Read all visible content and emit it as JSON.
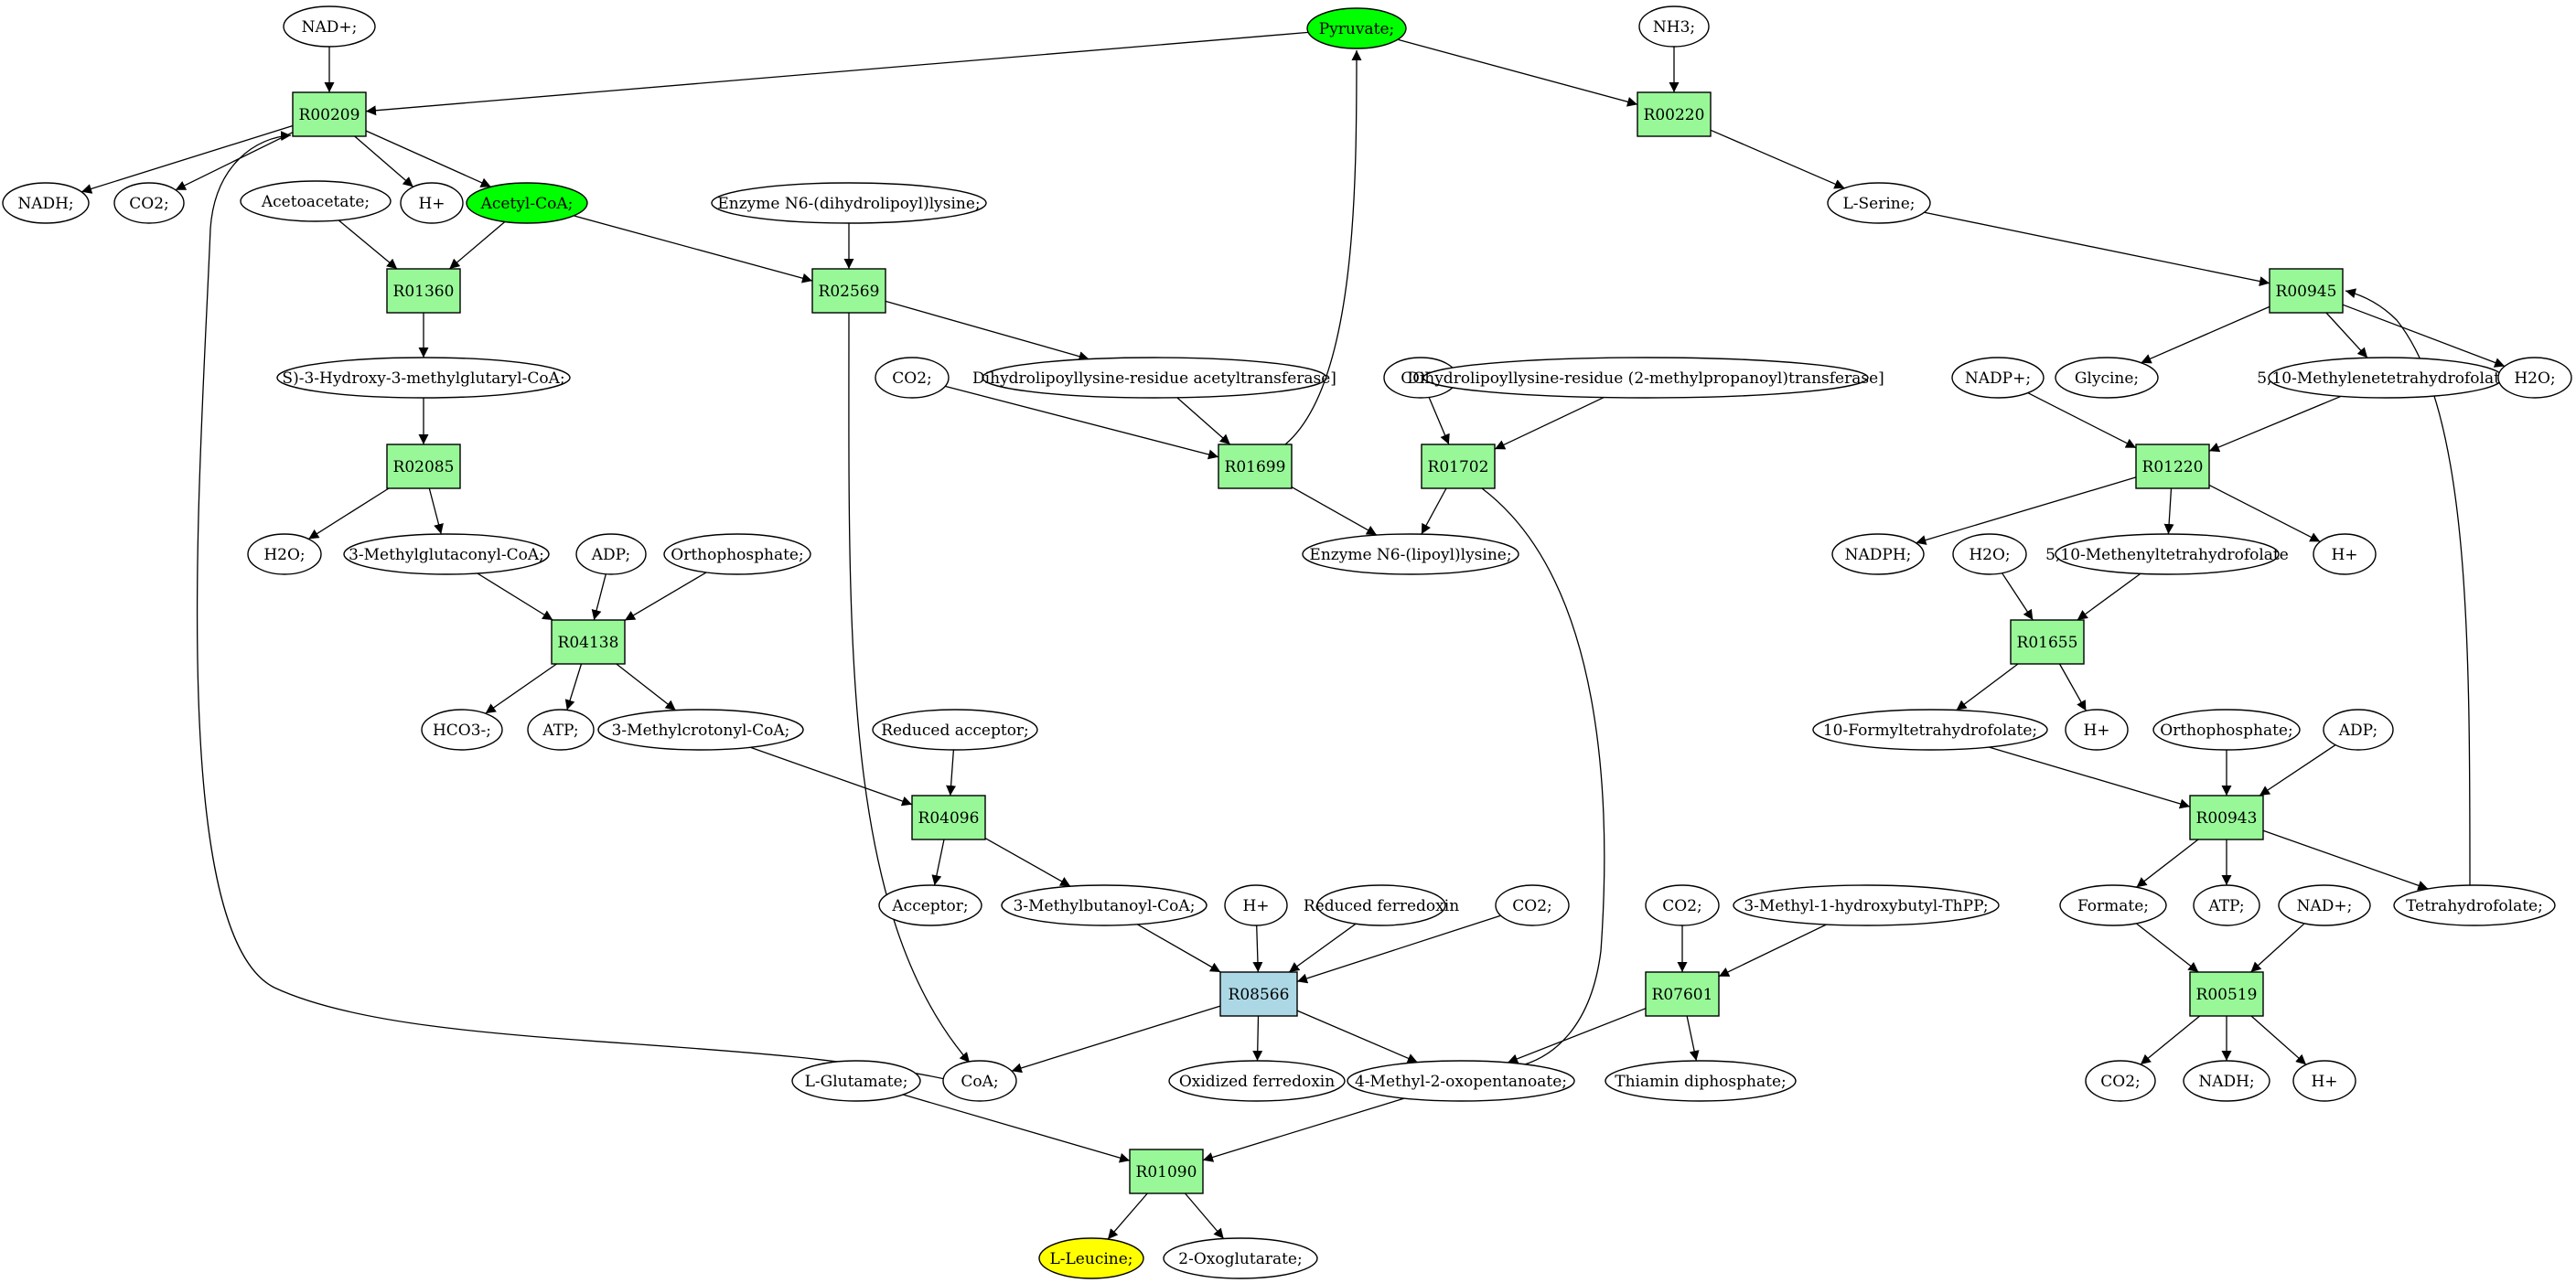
{
  "colors": {
    "reaction": "#98f898",
    "reaction_highlight": "#acd8e6",
    "compound": "#ffffff",
    "compound_start": "#00ff00",
    "compound_target": "#ffff00"
  },
  "nodes": [
    {
      "id": "nad1",
      "label": "NAD+;",
      "kind": "compound"
    },
    {
      "id": "pyruvate",
      "label": "Pyruvate;",
      "kind": "compound",
      "fill": "compound_start"
    },
    {
      "id": "nh3",
      "label": "NH3;",
      "kind": "compound"
    },
    {
      "id": "R00209",
      "label": "R00209",
      "kind": "reaction"
    },
    {
      "id": "R00220",
      "label": "R00220",
      "kind": "reaction"
    },
    {
      "id": "nadh1",
      "label": "NADH;",
      "kind": "compound"
    },
    {
      "id": "co2a",
      "label": "CO2;",
      "kind": "compound"
    },
    {
      "id": "acetoacetate",
      "label": "Acetoacetate;",
      "kind": "compound"
    },
    {
      "id": "hplus1",
      "label": "H+",
      "kind": "compound"
    },
    {
      "id": "acetylcoa",
      "label": "Acetyl-CoA;",
      "kind": "compound",
      "fill": "compound_start"
    },
    {
      "id": "enzdihydro",
      "label": "Enzyme N6-(dihydrolipoyl)lysine;",
      "kind": "compound"
    },
    {
      "id": "lserine",
      "label": "L-Serine;",
      "kind": "compound"
    },
    {
      "id": "R01360",
      "label": "R01360",
      "kind": "reaction"
    },
    {
      "id": "R02569",
      "label": "R02569",
      "kind": "reaction"
    },
    {
      "id": "R00945",
      "label": "R00945",
      "kind": "reaction"
    },
    {
      "id": "hmgcoa",
      "label": "S)-3-Hydroxy-3-methylglutaryl-CoA;",
      "kind": "compound"
    },
    {
      "id": "co2b",
      "label": "CO2;",
      "kind": "compound"
    },
    {
      "id": "dlat",
      "label": "Dihydrolipoyllysine-residue acetyltransferase]",
      "kind": "compound"
    },
    {
      "id": "co2c",
      "label": "CO2;",
      "kind": "compound"
    },
    {
      "id": "dmpt",
      "label": "Dihydrolipoyllysine-residue (2-methylpropanoyl)transferase]",
      "kind": "compound"
    },
    {
      "id": "glycine",
      "label": "Glycine;",
      "kind": "compound"
    },
    {
      "id": "mthf",
      "label": "5,10-Methylenetetrahydrofolate;",
      "kind": "compound"
    },
    {
      "id": "h2o1",
      "label": "H2O;",
      "kind": "compound"
    },
    {
      "id": "nadp",
      "label": "NADP+;",
      "kind": "compound"
    },
    {
      "id": "R02085",
      "label": "R02085",
      "kind": "reaction"
    },
    {
      "id": "R01699",
      "label": "R01699",
      "kind": "reaction"
    },
    {
      "id": "R01702",
      "label": "R01702",
      "kind": "reaction"
    },
    {
      "id": "R01220",
      "label": "R01220",
      "kind": "reaction"
    },
    {
      "id": "h2o2",
      "label": "H2O;",
      "kind": "compound"
    },
    {
      "id": "mgcoa",
      "label": "3-Methylglutaconyl-CoA;",
      "kind": "compound"
    },
    {
      "id": "adp1",
      "label": "ADP;",
      "kind": "compound"
    },
    {
      "id": "pi1",
      "label": "Orthophosphate;",
      "kind": "compound"
    },
    {
      "id": "lipoyl",
      "label": "Enzyme N6-(lipoyl)lysine;",
      "kind": "compound"
    },
    {
      "id": "nadph",
      "label": "NADPH;",
      "kind": "compound"
    },
    {
      "id": "h2o3",
      "label": "H2O;",
      "kind": "compound"
    },
    {
      "id": "menthf",
      "label": "5,10-Methenyltetrahydrofolate",
      "kind": "compound"
    },
    {
      "id": "hplus2",
      "label": "H+",
      "kind": "compound"
    },
    {
      "id": "R04138",
      "label": "R04138",
      "kind": "reaction"
    },
    {
      "id": "R01655",
      "label": "R01655",
      "kind": "reaction"
    },
    {
      "id": "hco3",
      "label": "HCO3-;",
      "kind": "compound"
    },
    {
      "id": "atp1",
      "label": "ATP;",
      "kind": "compound"
    },
    {
      "id": "mccoa",
      "label": "3-Methylcrotonyl-CoA;",
      "kind": "compound"
    },
    {
      "id": "redacc",
      "label": "Reduced acceptor;",
      "kind": "compound"
    },
    {
      "id": "formylthf",
      "label": "10-Formyltetrahydrofolate;",
      "kind": "compound"
    },
    {
      "id": "hplus3",
      "label": "H+",
      "kind": "compound"
    },
    {
      "id": "pi2",
      "label": "Orthophosphate;",
      "kind": "compound"
    },
    {
      "id": "adp2",
      "label": "ADP;",
      "kind": "compound"
    },
    {
      "id": "R04096",
      "label": "R04096",
      "kind": "reaction"
    },
    {
      "id": "R00943",
      "label": "R00943",
      "kind": "reaction"
    },
    {
      "id": "acceptor",
      "label": "Acceptor;",
      "kind": "compound"
    },
    {
      "id": "mbcoa",
      "label": "3-Methylbutanoyl-CoA;",
      "kind": "compound"
    },
    {
      "id": "hplus4",
      "label": "H+",
      "kind": "compound"
    },
    {
      "id": "redfd",
      "label": "Reduced ferredoxin",
      "kind": "compound"
    },
    {
      "id": "co2d",
      "label": "CO2;",
      "kind": "compound"
    },
    {
      "id": "co2e",
      "label": "CO2;",
      "kind": "compound"
    },
    {
      "id": "mhbthpp",
      "label": "3-Methyl-1-hydroxybutyl-ThPP;",
      "kind": "compound"
    },
    {
      "id": "formate",
      "label": "Formate;",
      "kind": "compound"
    },
    {
      "id": "atp2",
      "label": "ATP;",
      "kind": "compound"
    },
    {
      "id": "nad2",
      "label": "NAD+;",
      "kind": "compound"
    },
    {
      "id": "thf",
      "label": "Tetrahydrofolate;",
      "kind": "compound"
    },
    {
      "id": "R08566",
      "label": "R08566",
      "kind": "reaction",
      "fill": "reaction_highlight"
    },
    {
      "id": "R07601",
      "label": "R07601",
      "kind": "reaction"
    },
    {
      "id": "R00519",
      "label": "R00519",
      "kind": "reaction"
    },
    {
      "id": "lglu",
      "label": "L-Glutamate;",
      "kind": "compound"
    },
    {
      "id": "coa",
      "label": "CoA;",
      "kind": "compound"
    },
    {
      "id": "oxfd",
      "label": "Oxidized ferredoxin",
      "kind": "compound"
    },
    {
      "id": "kic",
      "label": "4-Methyl-2-oxopentanoate;",
      "kind": "compound"
    },
    {
      "id": "thdp",
      "label": "Thiamin diphosphate;",
      "kind": "compound"
    },
    {
      "id": "co2f",
      "label": "CO2;",
      "kind": "compound"
    },
    {
      "id": "nadh2",
      "label": "NADH;",
      "kind": "compound"
    },
    {
      "id": "hplus5",
      "label": "H+",
      "kind": "compound"
    },
    {
      "id": "R01090",
      "label": "R01090",
      "kind": "reaction"
    },
    {
      "id": "leucine",
      "label": "L-Leucine;",
      "kind": "compound",
      "fill": "compound_target"
    },
    {
      "id": "oxoglut",
      "label": "2-Oxoglutarate;",
      "kind": "compound"
    }
  ],
  "edges": [
    [
      "nad1",
      "R00209"
    ],
    [
      "pyruvate",
      "R00209"
    ],
    [
      "pyruvate",
      "R00220"
    ],
    [
      "nh3",
      "R00220"
    ],
    [
      "R00209",
      "nadh1"
    ],
    [
      "R00209",
      "co2a"
    ],
    [
      "R00209",
      "hplus1"
    ],
    [
      "R00209",
      "acetylcoa"
    ],
    [
      "R00220",
      "lserine"
    ],
    [
      "lserine",
      "R00945"
    ],
    [
      "acetoacetate",
      "R01360"
    ],
    [
      "acetylcoa",
      "R01360"
    ],
    [
      "acetylcoa",
      "R02569"
    ],
    [
      "enzdihydro",
      "R02569"
    ],
    [
      "R01360",
      "hmgcoa"
    ],
    [
      "R02569",
      "dlat"
    ],
    [
      "R02569",
      "coa"
    ],
    [
      "R00945",
      "glycine"
    ],
    [
      "R00945",
      "mthf"
    ],
    [
      "R00945",
      "h2o1"
    ],
    [
      "hmgcoa",
      "R02085"
    ],
    [
      "co2b",
      "R01699"
    ],
    [
      "dlat",
      "R01699"
    ],
    [
      "R01699",
      "pyruvate"
    ],
    [
      "co2c",
      "R01702"
    ],
    [
      "dmpt",
      "R01702"
    ],
    [
      "nadp",
      "R01220"
    ],
    [
      "mthf",
      "R01220"
    ],
    [
      "R02085",
      "h2o2"
    ],
    [
      "R02085",
      "mgcoa"
    ],
    [
      "R01699",
      "lipoyl"
    ],
    [
      "R01702",
      "lipoyl"
    ],
    [
      "R01702",
      "kic"
    ],
    [
      "R01220",
      "nadph"
    ],
    [
      "R01220",
      "menthf"
    ],
    [
      "R01220",
      "hplus2"
    ],
    [
      "mgcoa",
      "R04138"
    ],
    [
      "adp1",
      "R04138"
    ],
    [
      "pi1",
      "R04138"
    ],
    [
      "h2o3",
      "R01655"
    ],
    [
      "menthf",
      "R01655"
    ],
    [
      "R04138",
      "hco3"
    ],
    [
      "R04138",
      "atp1"
    ],
    [
      "R04138",
      "mccoa"
    ],
    [
      "R01655",
      "formylthf"
    ],
    [
      "R01655",
      "hplus3"
    ],
    [
      "mccoa",
      "R04096"
    ],
    [
      "redacc",
      "R04096"
    ],
    [
      "formylthf",
      "R00943"
    ],
    [
      "pi2",
      "R00943"
    ],
    [
      "adp2",
      "R00943"
    ],
    [
      "R04096",
      "acceptor"
    ],
    [
      "R04096",
      "mbcoa"
    ],
    [
      "R00943",
      "formate"
    ],
    [
      "R00943",
      "atp2"
    ],
    [
      "R00943",
      "thf"
    ],
    [
      "thf",
      "R00945"
    ],
    [
      "mbcoa",
      "R08566"
    ],
    [
      "hplus4",
      "R08566"
    ],
    [
      "redfd",
      "R08566"
    ],
    [
      "co2d",
      "R08566"
    ],
    [
      "co2e",
      "R07601"
    ],
    [
      "mhbthpp",
      "R07601"
    ],
    [
      "formate",
      "R00519"
    ],
    [
      "nad2",
      "R00519"
    ],
    [
      "R08566",
      "coa"
    ],
    [
      "R08566",
      "oxfd"
    ],
    [
      "R08566",
      "kic"
    ],
    [
      "R07601",
      "kic"
    ],
    [
      "R07601",
      "thdp"
    ],
    [
      "R00519",
      "co2f"
    ],
    [
      "R00519",
      "nadh2"
    ],
    [
      "R00519",
      "hplus5"
    ],
    [
      "coa",
      "R00209"
    ],
    [
      "lglu",
      "R01090"
    ],
    [
      "kic",
      "R01090"
    ],
    [
      "R01090",
      "leucine"
    ],
    [
      "R01090",
      "oxoglut"
    ]
  ]
}
